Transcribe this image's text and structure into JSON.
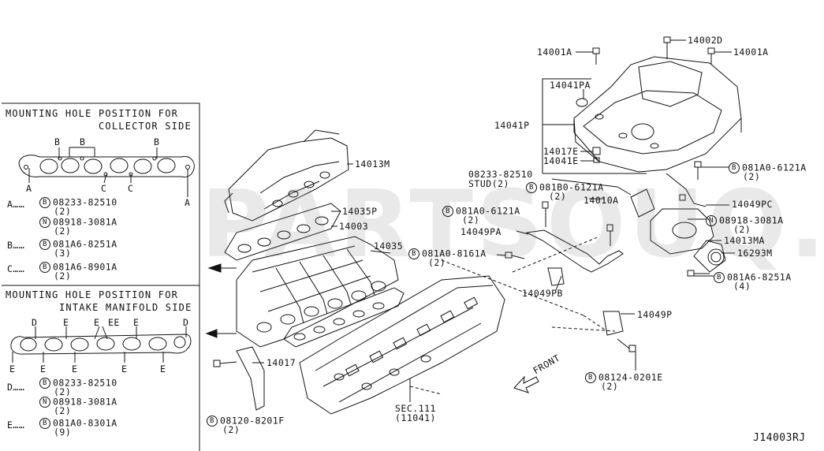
{
  "watermark": "PARTSOUQ.COM",
  "diagram_id": "J14003RJ",
  "front_label": "FRONT",
  "collector_panel": {
    "title_line1": "MOUNTING HOLE POSITION FOR",
    "title_line2": "COLLECTOR SIDE",
    "markers": [
      "A",
      "B",
      "B",
      "C",
      "C",
      "B",
      "A"
    ],
    "legend": [
      {
        "key": "A",
        "dots": "A……",
        "parts": [
          {
            "symbol": "B",
            "code": "08233-82510",
            "qty": "(2)"
          },
          {
            "symbol": "N",
            "code": "08918-3081A",
            "qty": "(2)"
          }
        ]
      },
      {
        "key": "B",
        "dots": "B……",
        "parts": [
          {
            "symbol": "B",
            "code": "081A6-8251A",
            "qty": "(3)"
          }
        ]
      },
      {
        "key": "C",
        "dots": "C……",
        "parts": [
          {
            "symbol": "B",
            "code": "081A6-8901A",
            "qty": "(2)"
          }
        ]
      }
    ]
  },
  "intake_panel": {
    "title_line1": "MOUNTING HOLE POSITION FOR",
    "title_line2": "INTAKE MANIFOLD SIDE",
    "top_markers": [
      "D",
      "E",
      "E",
      "EE",
      "E",
      "D"
    ],
    "bottom_markers": [
      "E",
      "E",
      "E",
      "E",
      "E"
    ],
    "legend": [
      {
        "key": "D",
        "dots": "D……",
        "parts": [
          {
            "symbol": "B",
            "code": "08233-82510",
            "qty": "(2)"
          },
          {
            "symbol": "N",
            "code": "08918-3081A",
            "qty": "(2)"
          }
        ]
      },
      {
        "key": "E",
        "dots": "E……",
        "parts": [
          {
            "symbol": "B",
            "code": "081A0-8301A",
            "qty": "(9)"
          }
        ]
      }
    ]
  },
  "callouts": {
    "p14001A_left": "14001A",
    "p14002D": "14002D",
    "p14001A_right": "14001A",
    "p14041PA": "14041PA",
    "p14041P": "14041P",
    "p14017E": "14017E",
    "p14041E": "14041E",
    "stud_code": "08233-82510",
    "stud_text": "STUD(2)",
    "b_081B0_6121A": "081B0-6121A",
    "b_081B0_6121A_qty": "(2)",
    "b_081A0_6121A_right": "081A0-6121A",
    "b_081A0_6121A_right_qty": "(2)",
    "b_081A0_6121A_left": "081A0-6121A",
    "b_081A0_6121A_left_qty": "(2)",
    "p14010A": "14010A",
    "p14049PC": "14049PC",
    "n_08918_3081A": "08918-3081A",
    "n_08918_3081A_qty": "(2)",
    "p14049PA": "14049PA",
    "p14013MA": "14013MA",
    "p16293M": "16293M",
    "b_081A0_8161A": "081A0-8161A",
    "b_081A0_8161A_qty": "(2)",
    "b_081A6_8251A": "081A6-8251A",
    "b_081A6_8251A_qty": "(4)",
    "p14049PB": "14049PB",
    "p14049P": "14049P",
    "p14013M": "14013M",
    "p14035P": "14035P",
    "p14003": "14003",
    "p14035": "14035",
    "p14017": "14017",
    "b_08120_8201F": "08120-8201F",
    "b_08120_8201F_qty": "(2)",
    "b_08124_0201E": "08124-0201E",
    "b_08124_0201E_qty": "(2)",
    "sec_ref": "SEC.111",
    "sec_ref_sub": "(11041)"
  }
}
